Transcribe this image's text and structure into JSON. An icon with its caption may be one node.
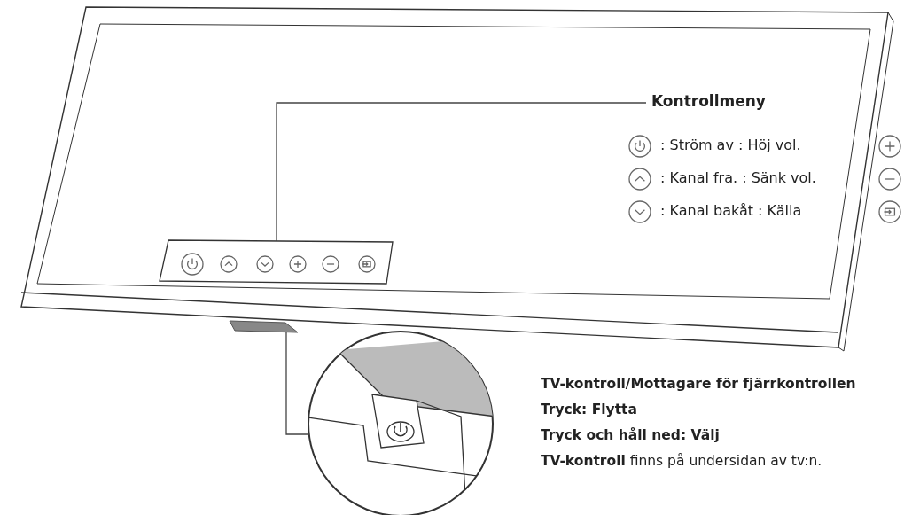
{
  "diagram": {
    "nodes": [
      {
        "text": [],
        "shape": "box"
      },
      {
        "text": [
          "Kontrollmeny"
        ]
      },
      {
        "text": [],
        "shape": "bar"
      },
      {
        "text": [],
        "shape": "circle"
      }
    ],
    "edges": [
      {
        "from": 1,
        "to": 0,
        "arrow": "none"
      },
      {
        "from": 2,
        "to": 3,
        "arrow": "none"
      }
    ],
    "labels": [
      ": Ström av : Höj vol.",
      ": Kanal fra. : Sänk vol.",
      ": Kanal bakåt : Källa",
      "TV-kontroll/Mottagare för fjärrkontrollen",
      "Tryck: Flytta",
      "Tryck och håll ned: Välj",
      "**TV-kontroll** finns på undersidan av tv:n."
    ]
  }
}
